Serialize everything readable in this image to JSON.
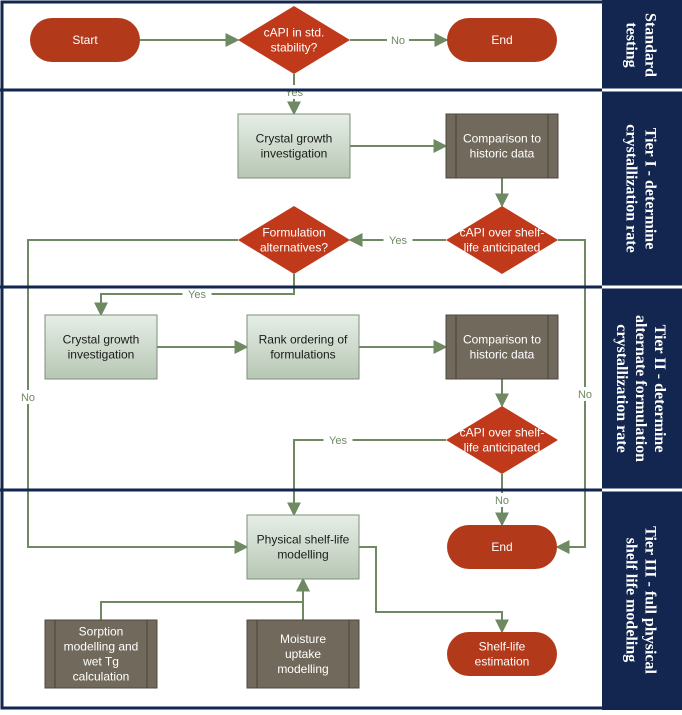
{
  "colors": {
    "terminal": "#b23a1a",
    "decision": "#c0391b",
    "process_top": "#e6eee6",
    "process_bottom": "#b7c7b4",
    "data_box": "#716a5c",
    "arrow": "#6f8a62",
    "band": "#12264f",
    "text_light": "#ffffff",
    "text_dark": "#1a1a1a",
    "label": "#6f8a62"
  },
  "tiers": [
    {
      "label_lines": [
        "Standard",
        "testing"
      ]
    },
    {
      "label_lines": [
        "Tier I - determine",
        "crystallization rate"
      ]
    },
    {
      "label_lines": [
        "Tier II - determine",
        "alternate formulation",
        "crystallization rate"
      ]
    },
    {
      "label_lines": [
        "Tier III - full physical",
        "shelf life modeling"
      ]
    }
  ],
  "nodes": {
    "start": {
      "lines": [
        "Start"
      ]
    },
    "d_std": {
      "lines": [
        "cAPI in std.",
        "stability?"
      ]
    },
    "end1": {
      "lines": [
        "End"
      ]
    },
    "cg1": {
      "lines": [
        "Crystal growth",
        "investigation"
      ]
    },
    "hist1": {
      "lines": [
        "Comparison to",
        "historic data"
      ]
    },
    "d_shelf1": {
      "lines": [
        "cAPI over shelf-",
        "life anticipated"
      ]
    },
    "d_form": {
      "lines": [
        "Formulation",
        "alternatives?"
      ]
    },
    "cg2": {
      "lines": [
        "Crystal growth",
        "investigation"
      ]
    },
    "rank": {
      "lines": [
        "Rank ordering of",
        "formulations"
      ]
    },
    "hist2": {
      "lines": [
        "Comparison to",
        "historic data"
      ]
    },
    "d_shelf2": {
      "lines": [
        "cAPI over shelf-",
        "life anticipated"
      ]
    },
    "psl": {
      "lines": [
        "Physical shelf-life",
        "modelling"
      ]
    },
    "end2": {
      "lines": [
        "End"
      ]
    },
    "sorption": {
      "lines": [
        "Sorption",
        "modelling and",
        "wet Tg",
        "calculation"
      ]
    },
    "moisture": {
      "lines": [
        "Moisture",
        "uptake",
        "modelling"
      ]
    },
    "estimation": {
      "lines": [
        "Shelf-life",
        "estimation"
      ]
    }
  },
  "edge_labels": {
    "no_end1": "No",
    "yes_std": "Yes",
    "yes_shelf1": "Yes",
    "yes_form": "Yes",
    "no_form": "No",
    "no_shelf1": "No",
    "yes_shelf2": "Yes",
    "no_shelf2": "No"
  }
}
